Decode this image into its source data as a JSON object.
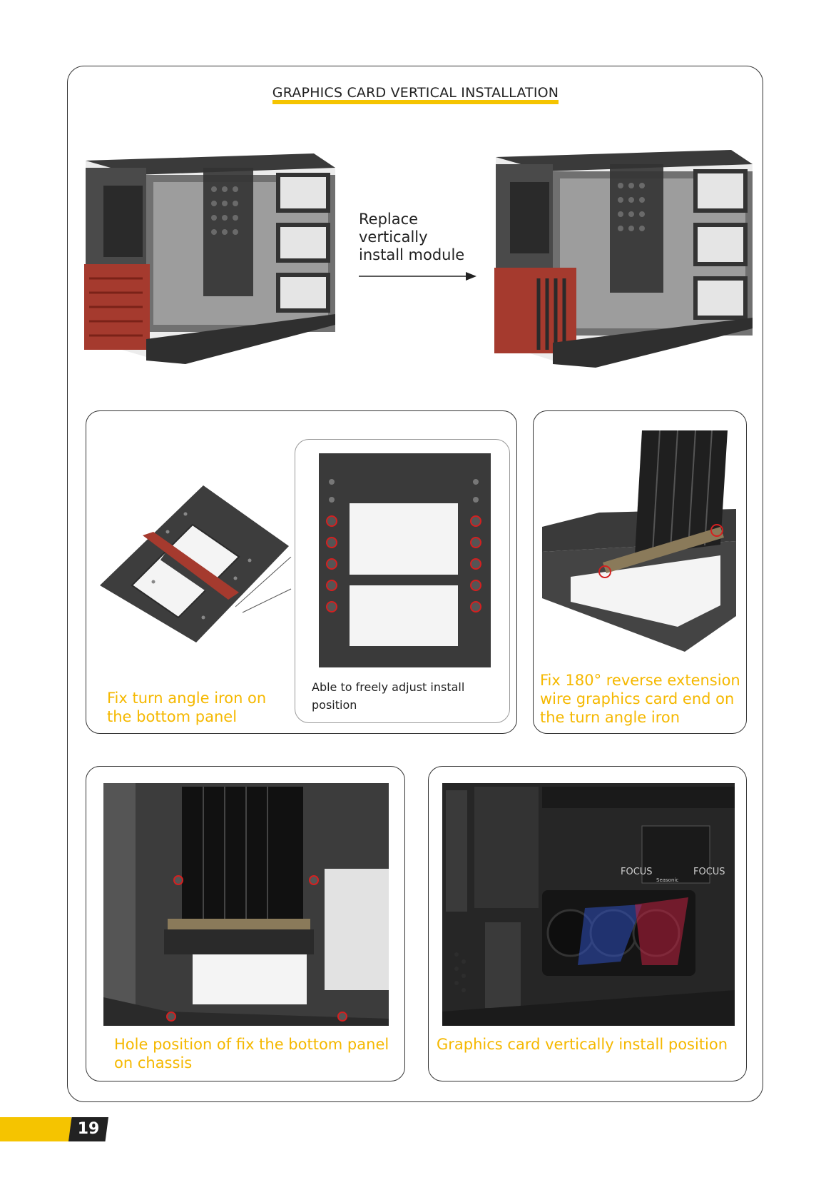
{
  "page": {
    "title": "GRAPHICS CARD VERTICAL INSTALLATION",
    "page_number": "19",
    "accent_color": "#f5c400",
    "caption_color": "#f5b800"
  },
  "top": {
    "step_label": "Replace\nvertically\ninstall module"
  },
  "middle": {
    "left_caption": "Fix turn angle iron on\nthe bottom panel",
    "inset_caption": "Able to freely adjust install\nposition",
    "right_caption": "Fix 180° reverse extension\nwire graphics card end on\nthe turn angle iron"
  },
  "bottom": {
    "left_caption": "Hole position of fix the bottom panel\non chassis",
    "right_caption": "Graphics card vertically install position",
    "brand_labels": [
      "FOCUS",
      "FOCUS",
      "Seasonic"
    ]
  }
}
